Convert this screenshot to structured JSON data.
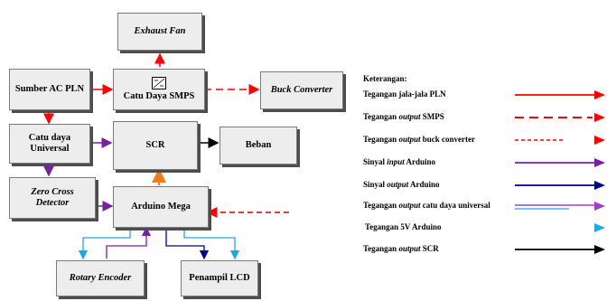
{
  "blocks": {
    "exhaust_fan": "Exhaust Fan",
    "sumber_ac": "Sumber AC PLN",
    "smps": "Catu Daya SMPS",
    "buck": "Buck Converter",
    "catu_universal_1": "Catu daya",
    "catu_universal_2": "Universal",
    "scr": "SCR",
    "beban": "Beban",
    "zero_cross_1": "Zero Cross",
    "zero_cross_2": "Detector",
    "arduino": "Arduino Mega",
    "rotary": "Rotary Encoder",
    "lcd": "Penampil LCD"
  },
  "legend": {
    "title": "Keterangan:",
    "items": [
      {
        "parts": [
          {
            "t": "Tegangan jala-jala PLN",
            "i": false
          }
        ],
        "color": "#ff0000",
        "style": "solid"
      },
      {
        "parts": [
          {
            "t": "Tegangan ",
            "i": false
          },
          {
            "t": "output",
            "i": true
          },
          {
            "t": " SMPS",
            "i": false
          }
        ],
        "color": "#ff0000",
        "style": "longdash"
      },
      {
        "parts": [
          {
            "t": "Tegangan ",
            "i": false
          },
          {
            "t": "output",
            "i": true
          },
          {
            "t": " buck converter",
            "i": false
          }
        ],
        "color": "#ff0000",
        "style": "shortdash"
      },
      {
        "parts": [
          {
            "t": "Sinyal ",
            "i": false
          },
          {
            "t": "input",
            "i": true
          },
          {
            "t": " Arduino",
            "i": false
          }
        ],
        "color": "#7b1fa2",
        "style": "solid"
      },
      {
        "parts": [
          {
            "t": "Sinyal ",
            "i": false
          },
          {
            "t": "output",
            "i": true
          },
          {
            "t": " Arduino",
            "i": false
          }
        ],
        "color": "#00008b",
        "style": "solid"
      },
      {
        "parts": [
          {
            "t": "Tegangan ",
            "i": false
          },
          {
            "t": "output",
            "i": true
          },
          {
            "t": " catu daya universal",
            "i": false
          }
        ],
        "color": "#a040c0",
        "style": "double"
      },
      {
        "parts": [
          {
            "t": "Tegangan 5V Arduino",
            "i": false
          }
        ],
        "color": "#1ea7e8",
        "style": "arrowonly"
      },
      {
        "parts": [
          {
            "t": "Tegangan ",
            "i": false
          },
          {
            "t": "output",
            "i": true
          },
          {
            "t": " SCR",
            "i": false
          }
        ],
        "color": "#000000",
        "style": "solid"
      }
    ]
  },
  "colors": {
    "pln": "#ff0000",
    "purple": "#7b1fa2",
    "navy": "#00008b",
    "cyan": "#1ea7e8",
    "orange": "#f07c1e",
    "black": "#000000",
    "box_fill": "#ededed",
    "box_shadow": "#4d4d4d"
  }
}
